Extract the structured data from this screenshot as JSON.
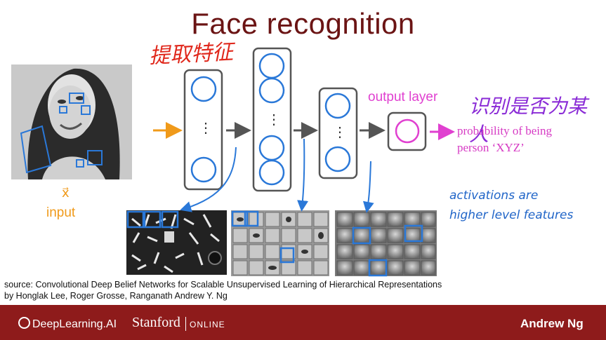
{
  "title": "Face recognition",
  "annotations": {
    "extract_features_cn": "提取特征",
    "identify_person_cn": "识别是否为某人",
    "activations_note_line1": "activations are",
    "activations_note_line2": "higher level features"
  },
  "network": {
    "output_layer_label": "output layer",
    "output_text_line1": "probability of being",
    "output_text_line2": "person ‘XYZ’",
    "input_symbol": "x⃗",
    "input_label": "input",
    "ellipsis": "⋮"
  },
  "source": {
    "line1": "source: Convolutional Deep Belief Networks for Scalable Unsupervised Learning of Hierarchical Representations",
    "line2": "by Honglak Lee, Roger Grosse, Ranganath Andrew Y. Ng"
  },
  "footer": {
    "brand": "DeepLearning.AI",
    "university": "Stanford",
    "online": "ONLINE",
    "author": "Andrew Ng"
  },
  "colors": {
    "title": "#6b1414",
    "footer_bg": "#8e1b1b",
    "input_accent": "#f09a1a",
    "output_accent": "#e040d0",
    "annotation_blue": "#2065c8",
    "annotation_red": "#e0281c"
  }
}
